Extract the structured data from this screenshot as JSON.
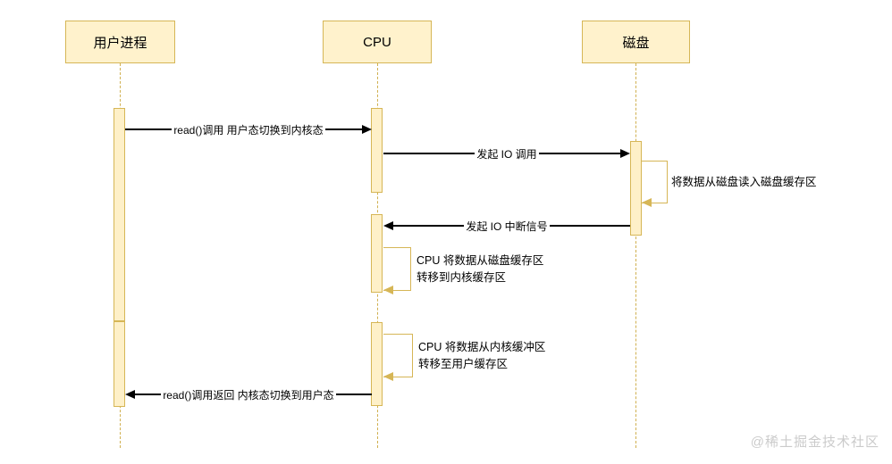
{
  "diagram": {
    "type": "sequence-diagram",
    "topic": "read() system call IO flow",
    "colors": {
      "shape_fill": "#FFF2CC",
      "shape_stroke": "#D6B656",
      "activation_fill": "#FEF0C8",
      "message_arrow": "#000000",
      "self_loop_arrow": "#D6B656",
      "watermark": "#CBCBCB",
      "background": "#FFFFFF"
    },
    "actors": {
      "user_process": {
        "label": "用户进程"
      },
      "cpu": {
        "label": "CPU"
      },
      "disk": {
        "label": "磁盘"
      }
    },
    "messages": {
      "read_call": {
        "label": "read()调用 用户态切换到内核态",
        "from": "用户进程",
        "to": "CPU"
      },
      "io_call": {
        "label": "发起 IO 调用",
        "from": "CPU",
        "to": "磁盘"
      },
      "io_interrupt": {
        "label": "发起 IO 中断信号",
        "from": "磁盘",
        "to": "CPU"
      },
      "read_return": {
        "label": "read()调用返回 内核态切换到用户态",
        "from": "CPU",
        "to": "用户进程"
      }
    },
    "self_messages": {
      "disk_read": {
        "label": "将数据从磁盘读入磁盘缓存区",
        "actor": "磁盘"
      },
      "cpu_copy_to_kernel": {
        "label_line1": "CPU 将数据从磁盘缓存区",
        "label_line2": "转移到内核缓存区",
        "actor": "CPU"
      },
      "cpu_copy_to_user": {
        "label_line1": "CPU 将数据从内核缓冲区",
        "label_line2": "转移至用户缓存区",
        "actor": "CPU"
      }
    },
    "watermark": {
      "text": "@稀土掘金技术社区"
    }
  }
}
